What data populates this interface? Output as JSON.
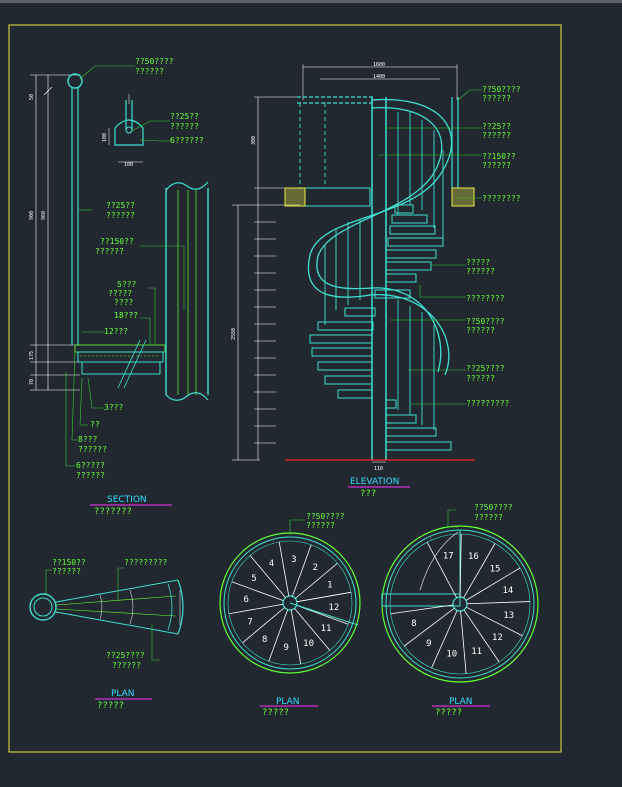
{
  "colors": {
    "background": "#212830",
    "frame": "#e8e840",
    "structure": "#3fe0d0",
    "label": "#66ff33",
    "dimension": "#ffffff",
    "leader": "#33cc33",
    "underline": "#ff33ff",
    "ground": "#ff2020",
    "titles": "#33ddff"
  },
  "section": {
    "labels": [
      "??50????",
      "??????",
      "??25??",
      "??????",
      "6??????",
      "??25??",
      "??????",
      "??150??",
      "??????",
      "5???",
      "?????",
      "????",
      "18???",
      "12???",
      "3???",
      "??",
      "8???",
      "??????",
      "6?????",
      "??????"
    ],
    "title": "SECTION",
    "subtitle": "???????"
  },
  "elevation": {
    "labels": [
      "??50????",
      "??????",
      "??25??",
      "??????",
      "??150??",
      "??????",
      "????????",
      "?????",
      "??????",
      "????????",
      "??50????",
      "??????",
      "??25????",
      "??????",
      "?????????"
    ],
    "dims_top": [
      "1600",
      "1400"
    ],
    "dim_bottom": "110",
    "title": "ELEVATION",
    "subtitle": "???"
  },
  "plan_left": {
    "labels": [
      "??150??",
      "??????",
      "?????????",
      "??25????",
      "??????"
    ],
    "title": "PLAN",
    "subtitle": "?????"
  },
  "plan_mid": {
    "labels": [
      "??50????",
      "??????"
    ],
    "treads": [
      "1",
      "2",
      "3",
      "4",
      "5",
      "6",
      "7",
      "8",
      "9",
      "10",
      "11",
      "12"
    ],
    "title": "PLAN",
    "subtitle": "?????"
  },
  "plan_right": {
    "labels": [
      "??50????",
      "??????"
    ],
    "treads": [
      "8",
      "9",
      "10",
      "11",
      "12",
      "13",
      "14",
      "15",
      "16",
      "17"
    ],
    "title": "PLAN",
    "subtitle": "?????"
  }
}
